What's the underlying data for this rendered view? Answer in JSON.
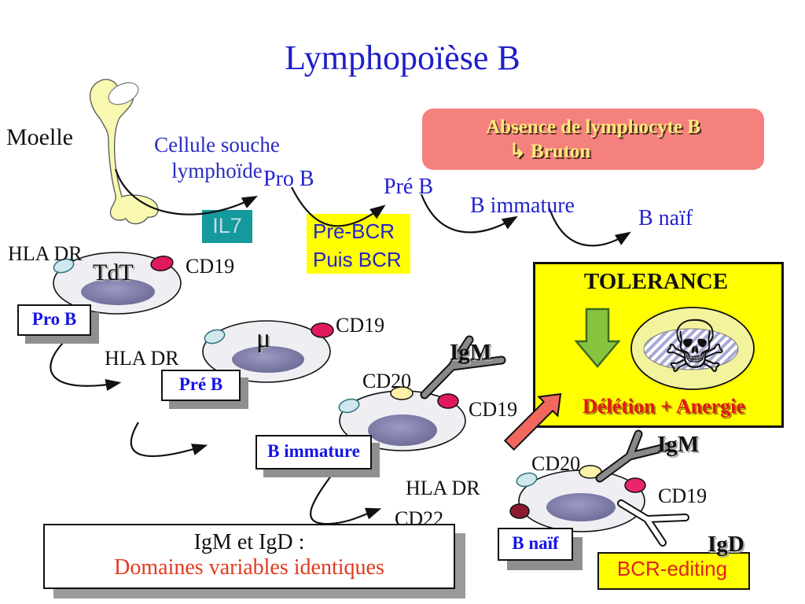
{
  "title": "Lymphopoïèse B",
  "left": {
    "moelle": "Moelle",
    "cellule_souche_line1": "Cellule souche",
    "cellule_souche_line2": "lymphoïde"
  },
  "pathway": {
    "pro_b": "Pro B",
    "pre_b": "Pré B",
    "b_immature": "B immature",
    "b_naif": "B naïf",
    "il7": "IL7",
    "pre_bcr_line1": "Pre-BCR",
    "pre_bcr_line2": "Puis BCR"
  },
  "bruton_box": {
    "line1": "Absence de lymphocyte B",
    "arrow_glyph": "↳",
    "line2": "Bruton"
  },
  "tolerance_box": {
    "title": "TOLERANCE",
    "caption": "Délétion +  Anergie",
    "skull_glyph": "☠"
  },
  "markers": {
    "hla_dr": "HLA DR",
    "cd19": "CD19",
    "cd20": "CD20",
    "cd22": "CD22",
    "tdt": "TdT",
    "mu": "μ",
    "igm": "IgM",
    "igd": "IgD"
  },
  "bottom_box": {
    "line1": "IgM et IgD :",
    "line2": "Domaines variables identiques"
  },
  "bcr_editing": {
    "label": "BCR-editing"
  },
  "colors": {
    "title_blue": "#1e1ec8",
    "stage_blue": "#2222cc",
    "teal_il7": "#14999c",
    "yellow_box": "#ffff00",
    "pink_box": "#f4817e",
    "bruton_text": "#ffe87a",
    "red_text": "#e02020",
    "orange_red_text": "#e3391e",
    "salmon_arrow": "#f2685f",
    "green_arrow": "#86c440",
    "cell_fill": "#efeff3",
    "nucleus_purple": "#7a7aa8",
    "bone_yellow": "#f8f8b0"
  }
}
